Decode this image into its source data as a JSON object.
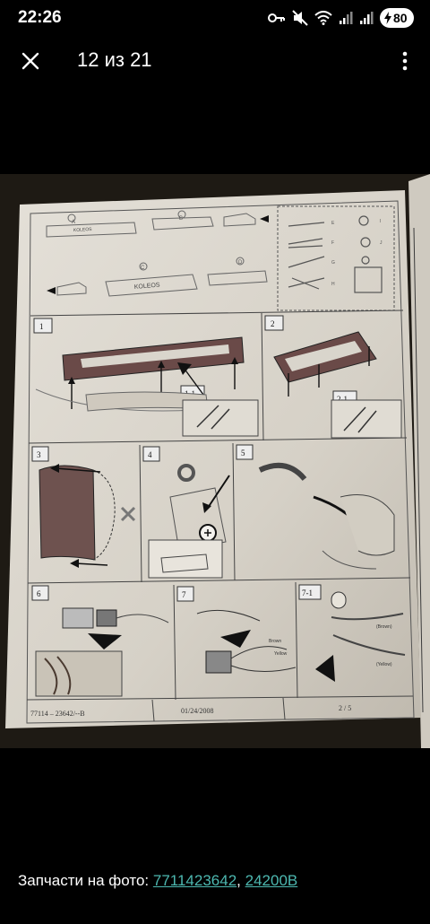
{
  "status_bar": {
    "time": "22:26",
    "battery_level": "80",
    "icons": [
      "key-icon",
      "mute-icon",
      "wifi-icon",
      "signal-icon",
      "signal-icon",
      "battery-icon"
    ]
  },
  "app_bar": {
    "counter": "12 из 21",
    "close_icon": "close-icon",
    "menu_icon": "more-vert-icon"
  },
  "document": {
    "footer_code": "77114 – 23642/--B",
    "footer_date": "01/24/2008",
    "footer_page": "2 / 5",
    "brand": "KOLEOS",
    "parts_top": [
      "A",
      "B",
      "C",
      "D"
    ],
    "tools": [
      "E",
      "F",
      "G",
      "H",
      "I",
      "J"
    ],
    "steps": [
      "1",
      "1-1",
      "2",
      "2-1",
      "3",
      "4",
      "5",
      "6",
      "7",
      "7-1"
    ],
    "wire_labels": [
      "Brown",
      "Yellow",
      "(Brown)",
      "(Yellow)"
    ]
  },
  "caption": {
    "prefix": "Запчасти на фото: ",
    "link1": "7711423642",
    "separator": ", ",
    "link2": "24200B"
  },
  "colors": {
    "background": "#000000",
    "link": "#4db8b0",
    "paper": "#d9d5cc"
  }
}
